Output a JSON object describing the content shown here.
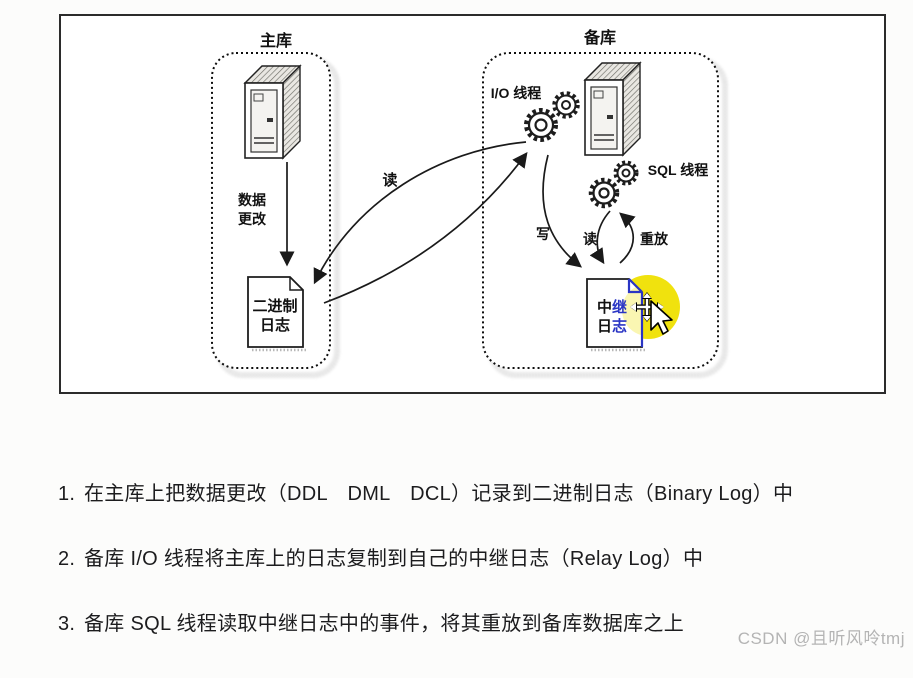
{
  "diagram": {
    "master": {
      "title": "主库",
      "data_change_line1": "数据",
      "data_change_line2": "更改",
      "binlog_line1": "二进制",
      "binlog_line2": "日志"
    },
    "slave": {
      "title": "备库",
      "io_thread_label": "I/O 线程",
      "sql_thread_label": "SQL 线程",
      "relay_line1_black": "中",
      "relay_line1_blue": "继",
      "relay_line2_black": "日",
      "relay_line2_blue": "志"
    },
    "arrow_labels": {
      "read_outer": "读",
      "write": "写",
      "read_inner": "读",
      "replay": "重放"
    }
  },
  "notes": {
    "items": [
      {
        "num": "1.",
        "text": "在主库上把数据更改（DDL　DML　DCL）记录到二进制日志（Binary Log）中"
      },
      {
        "num": "2.",
        "text": "备库 I/O 线程将主库上的日志复制到自己的中继日志（Relay Log）中"
      },
      {
        "num": "3.",
        "text": "备库 SQL 线程读取中继日志中的事件，将其重放到备库数据库之上"
      }
    ]
  },
  "watermark": "CSDN @且听风呤tmj",
  "colors": {
    "highlight_yellow": "#f0e20e",
    "selection_blue": "#2a35c4",
    "ink": "#1a1a1a",
    "watermark_gray": "#b4b4b4"
  }
}
